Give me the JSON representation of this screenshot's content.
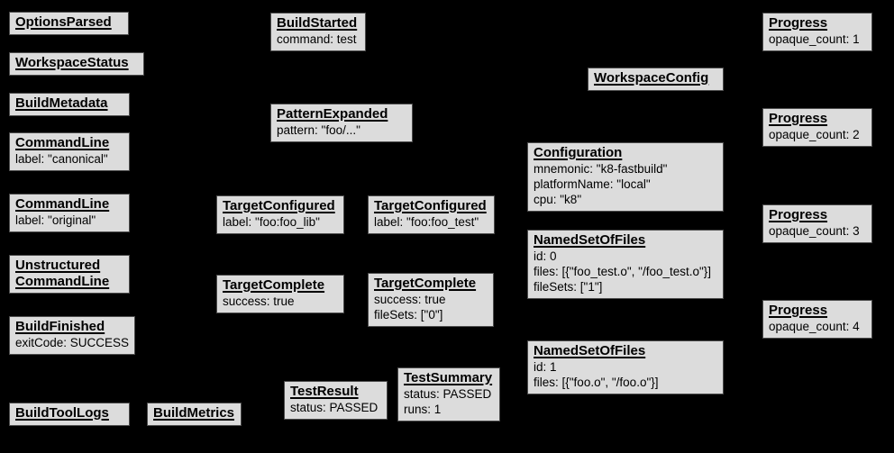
{
  "colors": {
    "background": "#000000",
    "node_fill": "#dcdcdc",
    "node_border": "#4c4c4c",
    "text": "#000000"
  },
  "nodes": [
    {
      "id": "options-parsed",
      "title": "OptionsParsed",
      "lines": []
    },
    {
      "id": "workspace-status",
      "title": "WorkspaceStatus",
      "lines": []
    },
    {
      "id": "build-metadata",
      "title": "BuildMetadata",
      "lines": []
    },
    {
      "id": "command-line-canonical",
      "title": "CommandLine",
      "lines": [
        "label: \"canonical\""
      ]
    },
    {
      "id": "command-line-original",
      "title": "CommandLine",
      "lines": [
        "label: \"original\""
      ]
    },
    {
      "id": "unstructured-command-line",
      "title": "Unstructured CommandLine",
      "lines": []
    },
    {
      "id": "build-finished",
      "title": "BuildFinished",
      "lines": [
        "exitCode: SUCCESS"
      ]
    },
    {
      "id": "build-tool-logs",
      "title": "BuildToolLogs",
      "lines": []
    },
    {
      "id": "build-metrics",
      "title": "BuildMetrics",
      "lines": []
    },
    {
      "id": "build-started",
      "title": "BuildStarted",
      "lines": [
        "command: test"
      ]
    },
    {
      "id": "pattern-expanded",
      "title": "PatternExpanded",
      "lines": [
        "pattern: \"foo/...\""
      ]
    },
    {
      "id": "target-configured-lib",
      "title": "TargetConfigured",
      "lines": [
        "label: \"foo:foo_lib\""
      ]
    },
    {
      "id": "target-configured-test",
      "title": "TargetConfigured",
      "lines": [
        "label: \"foo:foo_test\""
      ]
    },
    {
      "id": "target-complete-lib",
      "title": "TargetComplete",
      "lines": [
        "success: true"
      ]
    },
    {
      "id": "target-complete-test",
      "title": "TargetComplete",
      "lines": [
        "success: true",
        "fileSets: [\"0\"]"
      ]
    },
    {
      "id": "test-result",
      "title": "TestResult",
      "lines": [
        "status: PASSED"
      ]
    },
    {
      "id": "test-summary",
      "title": "TestSummary",
      "lines": [
        "status: PASSED",
        "runs: 1"
      ]
    },
    {
      "id": "workspace-config",
      "title": "WorkspaceConfig",
      "lines": []
    },
    {
      "id": "configuration",
      "title": "Configuration",
      "lines": [
        "mnemonic: \"k8-fastbuild\"",
        "platformName: \"local\"",
        "cpu: \"k8\""
      ]
    },
    {
      "id": "named-set-of-files-0",
      "title": "NamedSetOfFiles",
      "lines": [
        "id: 0",
        "files: [{\"foo_test.o\", \"/foo_test.o\"}]",
        "fileSets: [\"1\"]"
      ]
    },
    {
      "id": "named-set-of-files-1",
      "title": "NamedSetOfFiles",
      "lines": [
        "id: 1",
        "files: [{\"foo.o\", \"/foo.o\"}]"
      ]
    },
    {
      "id": "progress-1",
      "title": "Progress",
      "lines": [
        "opaque_count: 1"
      ]
    },
    {
      "id": "progress-2",
      "title": "Progress",
      "lines": [
        "opaque_count: 2"
      ]
    },
    {
      "id": "progress-3",
      "title": "Progress",
      "lines": [
        "opaque_count: 3"
      ]
    },
    {
      "id": "progress-4",
      "title": "Progress",
      "lines": [
        "opaque_count: 4"
      ]
    }
  ]
}
